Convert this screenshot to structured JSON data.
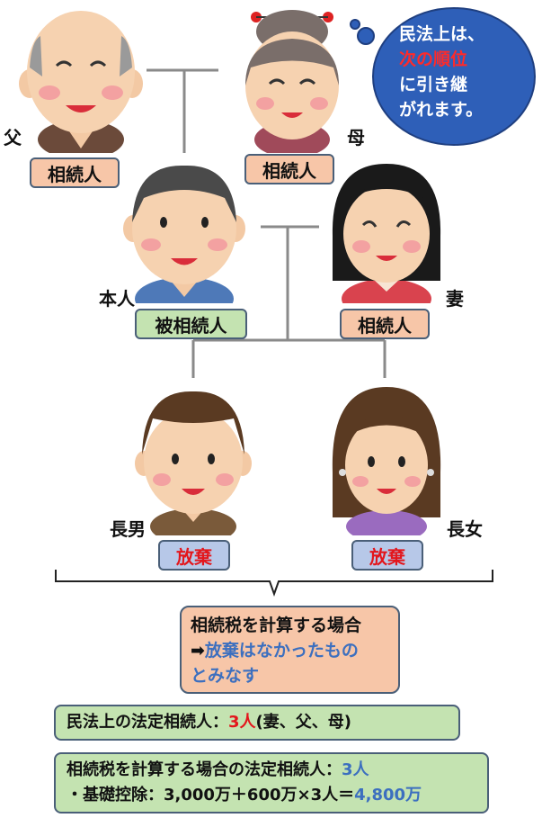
{
  "family": {
    "father": {
      "label": "父",
      "status": "相続人"
    },
    "mother": {
      "label": "母",
      "status": "相続人"
    },
    "self": {
      "label": "本人",
      "status": "被相続人"
    },
    "wife": {
      "label": "妻",
      "status": "相続人"
    },
    "eldest_son": {
      "label": "長男",
      "status": "放棄"
    },
    "eldest_daughter": {
      "label": "長女",
      "status": "放棄"
    }
  },
  "bubble": {
    "line1": "民法上は、",
    "line2_red": "次の順位",
    "line3": "に引き継",
    "line4": "がれます。"
  },
  "calc_box": {
    "line1": "相続税を計算する場合",
    "arrow": "➡",
    "line2_blue": "放棄はなかったもの",
    "line3_blue": "とみなす"
  },
  "civil_law": {
    "prefix": "民法上の法定相続人：",
    "count": "3人",
    "suffix": "(妻、父、母)"
  },
  "tax": {
    "line1_prefix": "相続税を計算する場合の法定相続人：",
    "line1_count": "3人",
    "line2_prefix": "・基礎控除：3,000万＋600万×3人＝",
    "line2_total": "4,800万"
  },
  "colors": {
    "heir_box": "#f7c6a8",
    "deceased_box": "#c4e3b1",
    "renounce_box": "#b7c8e8",
    "red": "#e3161c",
    "blue": "#3c6fbf"
  }
}
